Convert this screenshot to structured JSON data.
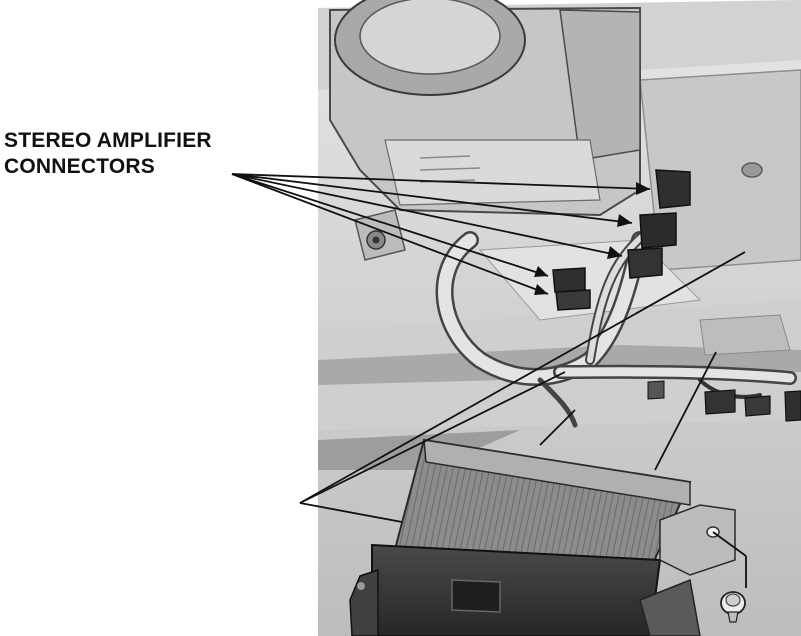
{
  "callout": {
    "line1": "STEREO AMPLIFIER",
    "line2": "CONNECTORS"
  },
  "colors": {
    "background": "#ffffff",
    "ink": "#111111",
    "body_light": "#dcdcdc",
    "body_mid": "#b9b9b9",
    "body_dark": "#3a3a3a"
  },
  "parts": [
    "speaker-housing",
    "wire-harness",
    "stereo-amplifier",
    "mounting-bolt",
    "connectors"
  ]
}
